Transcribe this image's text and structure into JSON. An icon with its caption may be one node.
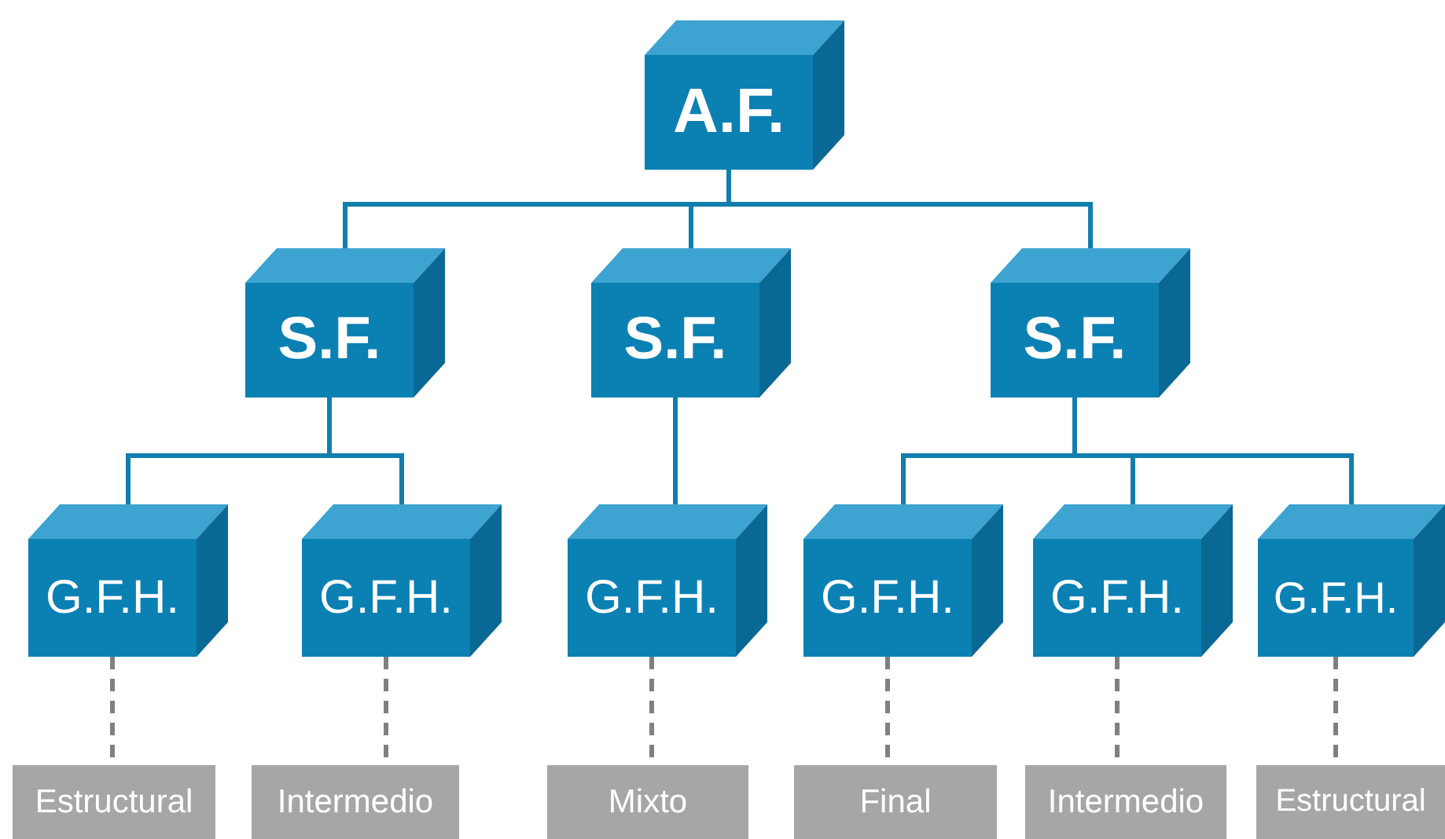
{
  "diagram": {
    "nodes": [
      {
        "text": [
          "A.F."
        ]
      },
      {
        "text": [
          "S.F."
        ]
      },
      {
        "text": [
          "S.F."
        ]
      },
      {
        "text": [
          "S.F."
        ]
      },
      {
        "text": [
          "G.F.H."
        ]
      },
      {
        "text": [
          "G.F.H."
        ]
      },
      {
        "text": [
          "G.F.H."
        ]
      },
      {
        "text": [
          "G.F.H."
        ]
      },
      {
        "text": [
          "G.F.H."
        ]
      },
      {
        "text": [
          "G.F.H."
        ]
      },
      {
        "text": [
          "Estructural"
        ]
      },
      {
        "text": [
          "Intermedio"
        ]
      },
      {
        "text": [
          "Mixto"
        ]
      },
      {
        "text": [
          "Final"
        ]
      },
      {
        "text": [
          "Intermedio"
        ]
      },
      {
        "text": [
          "Estructural"
        ]
      }
    ],
    "edges": [
      {
        "from": 0,
        "to": 1,
        "arrow": "none"
      },
      {
        "from": 0,
        "to": 2,
        "arrow": "none"
      },
      {
        "from": 0,
        "to": 3,
        "arrow": "none"
      },
      {
        "from": 1,
        "to": 4,
        "arrow": "none"
      },
      {
        "from": 1,
        "to": 5,
        "arrow": "none"
      },
      {
        "from": 2,
        "to": 6,
        "arrow": "none"
      },
      {
        "from": 3,
        "to": 7,
        "arrow": "none"
      },
      {
        "from": 3,
        "to": 8,
        "arrow": "none"
      },
      {
        "from": 3,
        "to": 9,
        "arrow": "none"
      },
      {
        "from": 4,
        "to": 10,
        "arrow": "none",
        "style": "dashed",
        "color": "#808080"
      },
      {
        "from": 5,
        "to": 11,
        "arrow": "none",
        "style": "dashed",
        "color": "#808080"
      },
      {
        "from": 6,
        "to": 12,
        "arrow": "none",
        "style": "dashed",
        "color": "#808080"
      },
      {
        "from": 7,
        "to": 13,
        "arrow": "none",
        "style": "dashed",
        "color": "#808080"
      },
      {
        "from": 8,
        "to": 14,
        "arrow": "none",
        "style": "dashed",
        "color": "#808080"
      },
      {
        "from": 9,
        "to": 15,
        "arrow": "none",
        "style": "dashed",
        "color": "#808080"
      }
    ]
  }
}
